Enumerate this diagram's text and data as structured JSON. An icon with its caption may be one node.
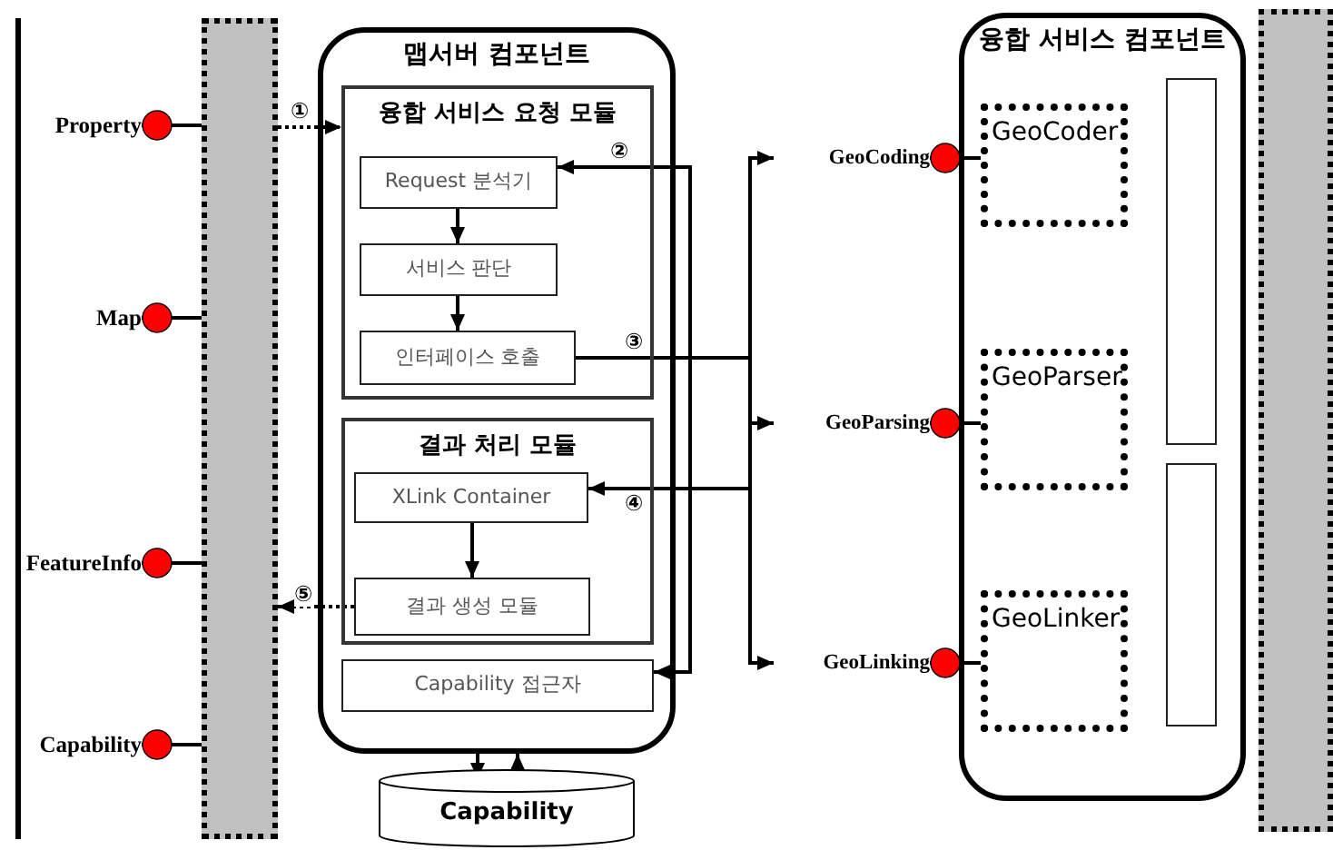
{
  "diagram": {
    "nodes": [
      {
        "text": [],
        "shape": "bar"
      },
      {
        "text": [
          "Property"
        ]
      },
      {
        "text": [
          "Map"
        ]
      },
      {
        "text": [
          "FeatureInfo"
        ]
      },
      {
        "text": [
          "Capability"
        ]
      },
      {
        "text": [
          "맵서버 컴포넌트"
        ]
      },
      {
        "text": [
          "융합 서비스 요청 모듈"
        ],
        "in": 5
      },
      {
        "text": [
          "Request 분석기"
        ],
        "in": 6
      },
      {
        "text": [
          "서비스 판단"
        ],
        "in": 6
      },
      {
        "text": [
          "인터페이스 호출"
        ],
        "in": 6
      },
      {
        "text": [
          "결과 처리 모듈"
        ],
        "in": 5
      },
      {
        "text": [
          "XLink Container"
        ],
        "in": 10
      },
      {
        "text": [
          "결과 생성 모듈"
        ],
        "in": 10
      },
      {
        "text": [
          "Capability 접근자"
        ],
        "in": 5
      },
      {
        "text": [
          "Capability"
        ]
      },
      {
        "text": [
          "융합 서비스 컴포넌트"
        ]
      },
      {
        "text": [
          "GeoCoder"
        ],
        "in": 15
      },
      {
        "text": [
          "GeoParser"
        ],
        "in": 15
      },
      {
        "text": [
          "GeoLinker"
        ],
        "in": 15
      },
      {
        "text": [],
        "shape": "box",
        "in": 15
      },
      {
        "text": [],
        "shape": "box",
        "in": 15
      },
      {
        "text": [],
        "shape": "bar"
      },
      {
        "text": [
          "GeoCoding"
        ]
      },
      {
        "text": [
          "GeoParsing"
        ]
      },
      {
        "text": [
          "GeoLinking"
        ]
      }
    ],
    "edges": [
      {
        "from": 1,
        "to": 0,
        "arrow": "other"
      },
      {
        "from": 2,
        "to": 0,
        "arrow": "other"
      },
      {
        "from": 3,
        "to": 0,
        "arrow": "other"
      },
      {
        "from": 4,
        "to": 0,
        "arrow": "other"
      },
      {
        "from": 0,
        "to": 6,
        "arrow": "to",
        "style": "dashed",
        "label": "①"
      },
      {
        "from": 7,
        "to": 8,
        "arrow": "to"
      },
      {
        "from": 8,
        "to": 9,
        "arrow": "to"
      },
      {
        "from": 9,
        "to": 22,
        "arrow": "to",
        "label": "③"
      },
      {
        "from": 9,
        "to": 23,
        "arrow": "to"
      },
      {
        "from": 9,
        "to": 24,
        "arrow": "to"
      },
      {
        "from": 9,
        "to": 11,
        "arrow": "to",
        "label": "④"
      },
      {
        "from": 13,
        "to": 7,
        "arrow": "both",
        "label": "②"
      },
      {
        "from": 12,
        "to": 0,
        "arrow": "to",
        "style": "dashed",
        "label": "⑤"
      },
      {
        "from": 11,
        "to": 12,
        "arrow": "to"
      },
      {
        "from": 5,
        "to": 14,
        "arrow": "to"
      },
      {
        "from": 14,
        "to": 5,
        "arrow": "to"
      },
      {
        "from": 22,
        "to": 16,
        "arrow": "other"
      },
      {
        "from": 23,
        "to": 17,
        "arrow": "other"
      },
      {
        "from": 24,
        "to": 18,
        "arrow": "other"
      }
    ]
  }
}
